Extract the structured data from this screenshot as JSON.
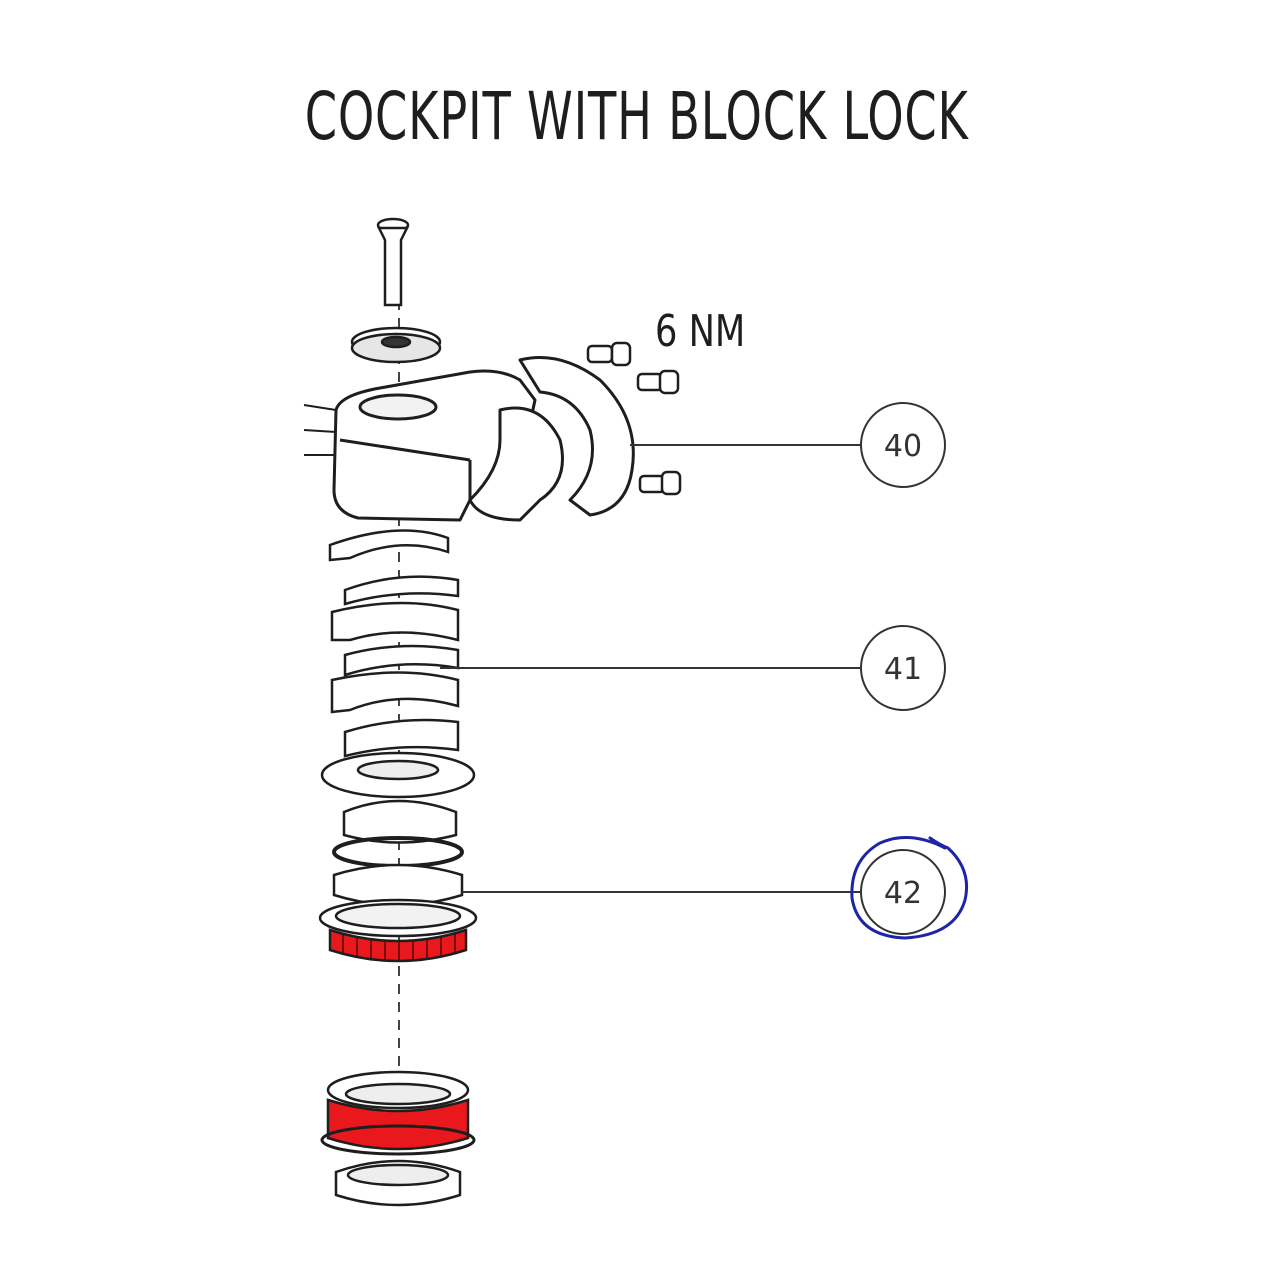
{
  "title": "COCKPIT WITH BLOCK LOCK",
  "torque_label": "6 NM",
  "callouts": [
    {
      "id": "40"
    },
    {
      "id": "41"
    },
    {
      "id": "42",
      "highlighted": true
    }
  ],
  "colors": {
    "line": "#1e1e1e",
    "highlight_part": "#e8181c",
    "annotation_circle": "#1c24a8"
  }
}
